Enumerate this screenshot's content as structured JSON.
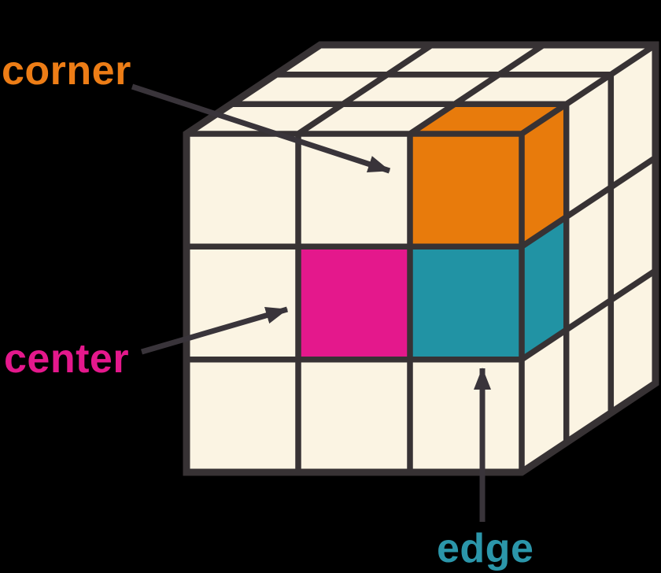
{
  "labels": {
    "corner": "corner",
    "center": "center",
    "edge": "edge"
  },
  "colors": {
    "background": "#000000",
    "cube_face": "#FBF4E3",
    "outline": "#373234",
    "arrow": "#39343A",
    "corner_piece": "#E87B0C",
    "corner_text": "#ED7D16",
    "center_piece": "#E4188C",
    "center_text": "#E4188C",
    "edge_piece": "#2193A4",
    "edge_text": "#2B96AA"
  },
  "cube": {
    "grid": "3x3x3",
    "highlighted_pieces": [
      {
        "label": "corner",
        "location": "front-top-right",
        "color": "#E87B0C"
      },
      {
        "label": "center",
        "location": "front-middle-center",
        "color": "#E4188C"
      },
      {
        "label": "edge",
        "location": "front-middle-right",
        "color": "#2193A4"
      }
    ]
  }
}
